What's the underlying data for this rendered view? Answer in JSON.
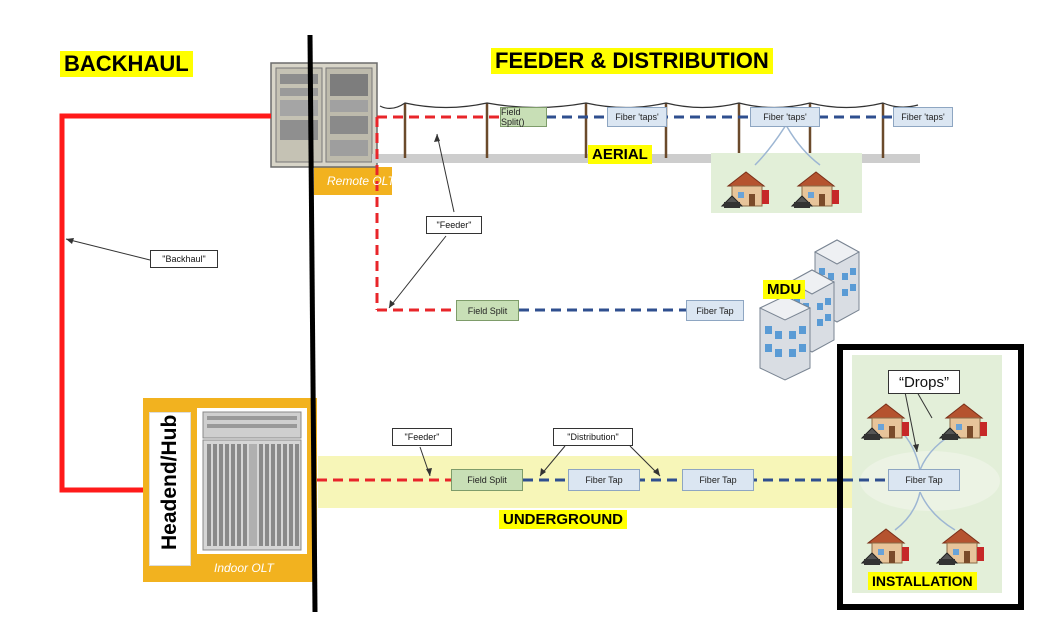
{
  "headings": {
    "backhaul": "BACKHAUL",
    "feeder_distribution": "FEEDER & DISTRIBUTION",
    "aerial": "AERIAL",
    "mdu": "MDU",
    "underground": "UNDERGROUND",
    "installation": "INSTALLATION",
    "headend_hub": "Headend/Hub"
  },
  "equipment": {
    "remote_olt": "Remote OLT",
    "indoor_olt": "Indoor OLT"
  },
  "callouts": {
    "backhaul": "\"Backhaul\"",
    "feeder_aerial": "\"Feeder\"",
    "feeder_underground": "\"Feeder\"",
    "distribution": "\"Distribution\"",
    "drops": "“Drops”"
  },
  "aerial_row": {
    "split": "Field Split()",
    "taps": [
      "Fiber 'taps'",
      "Fiber 'taps'",
      "Fiber 'taps'"
    ]
  },
  "mdu_row": {
    "split": "Field Split",
    "tap": "Fiber Tap"
  },
  "underground_row": {
    "split": "Field Split",
    "taps": [
      "Fiber Tap",
      "Fiber Tap"
    ],
    "install_tap": "Fiber Tap"
  },
  "colors": {
    "backhaul_line": "#ff1a1a",
    "feeder_line": "#e8252a",
    "distribution_line": "#2f4f8f",
    "highlight": "#ffff00",
    "orange_panel": "#f2b21f",
    "underground_band": "#f7f6b8",
    "green_box": "#c8dfb6",
    "blue_box": "#dbe6f2"
  }
}
